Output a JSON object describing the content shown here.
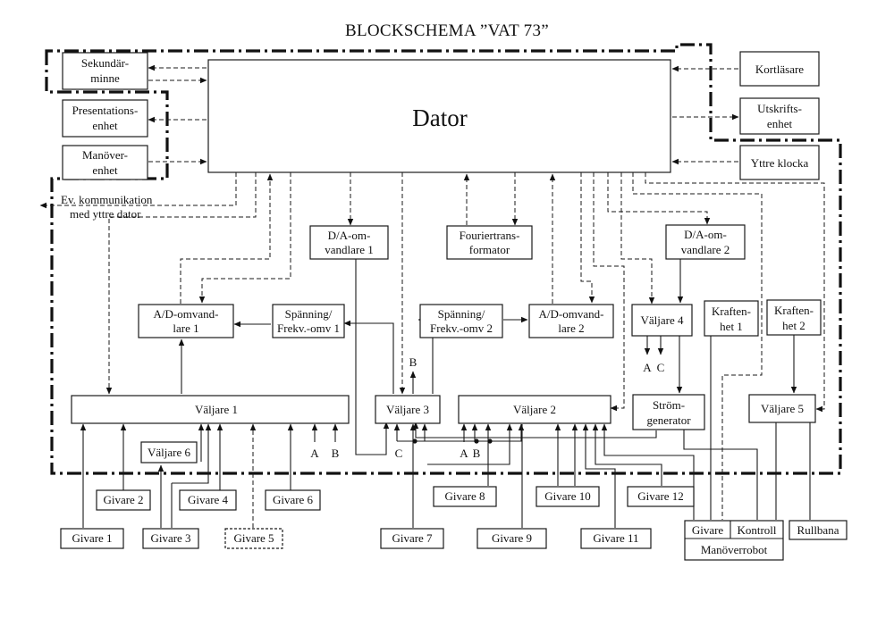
{
  "title": "BLOCKSCHEMA ”VAT 73”",
  "blocks": {
    "dator": "Dator",
    "sekundarminne": [
      "Sekundär-",
      "minne"
    ],
    "presentationsenhet": [
      "Presentations-",
      "enhet"
    ],
    "manoverenhet": [
      "Manöver-",
      "enhet"
    ],
    "kortlasare": [
      "Kortläsare"
    ],
    "utskriftsenhet": [
      "Utskrifts-",
      "enhet"
    ],
    "yttre_klocka": [
      "Yttre klocka"
    ],
    "da1": [
      "D/A-om-",
      "vandlare 1"
    ],
    "fourier": [
      "Fouriertrans-",
      "formator"
    ],
    "da2": [
      "D/A-om-",
      "vandlare 2"
    ],
    "ad1": [
      "A/D-omvand-",
      "lare 1"
    ],
    "sf1": [
      "Spänning/",
      "Frekv.-omv 1"
    ],
    "sf2": [
      "Spänning/",
      "Frekv.-omv 2"
    ],
    "ad2": [
      "A/D-omvand-",
      "lare 2"
    ],
    "valjare4": [
      "Väljare 4"
    ],
    "kraftenhet1": [
      "Kraften-",
      "het 1"
    ],
    "kraftenhet2": [
      "Kraften-",
      "het 2"
    ],
    "valjare1": [
      "Väljare 1"
    ],
    "valjare6": [
      "Väljare 6"
    ],
    "valjare3": [
      "Väljare 3"
    ],
    "valjare2": [
      "Väljare 2"
    ],
    "stromgenerator": [
      "Ström-",
      "generator"
    ],
    "valjare5": [
      "Väljare 5"
    ],
    "givare1": [
      "Givare 1"
    ],
    "givare2": [
      "Givare 2"
    ],
    "givare3": [
      "Givare 3"
    ],
    "givare4": [
      "Givare 4"
    ],
    "givare5": [
      "Givare 5"
    ],
    "givare6": [
      "Givare 6"
    ],
    "givare7": [
      "Givare 7"
    ],
    "givare8": [
      "Givare 8"
    ],
    "givare9": [
      "Givare 9"
    ],
    "givare10": [
      "Givare 10"
    ],
    "givare11": [
      "Givare 11"
    ],
    "givare12": [
      "Givare 12"
    ],
    "robot_givare": [
      "Givare"
    ],
    "robot_kontroll": [
      "Kontroll"
    ],
    "manoverrobot": [
      "Manöverrobot"
    ],
    "rullbana": [
      "Rullbana"
    ]
  },
  "notes": {
    "kommunikation": [
      "Ev. kommunikation",
      "med yttre dator"
    ]
  },
  "markers": {
    "a_ad1": "A",
    "b_ad1": "B",
    "c_v3": "C",
    "b_v3": "B",
    "a_v2": "A",
    "b_v2": "B",
    "a_v4": "A",
    "c_v4": "C"
  }
}
